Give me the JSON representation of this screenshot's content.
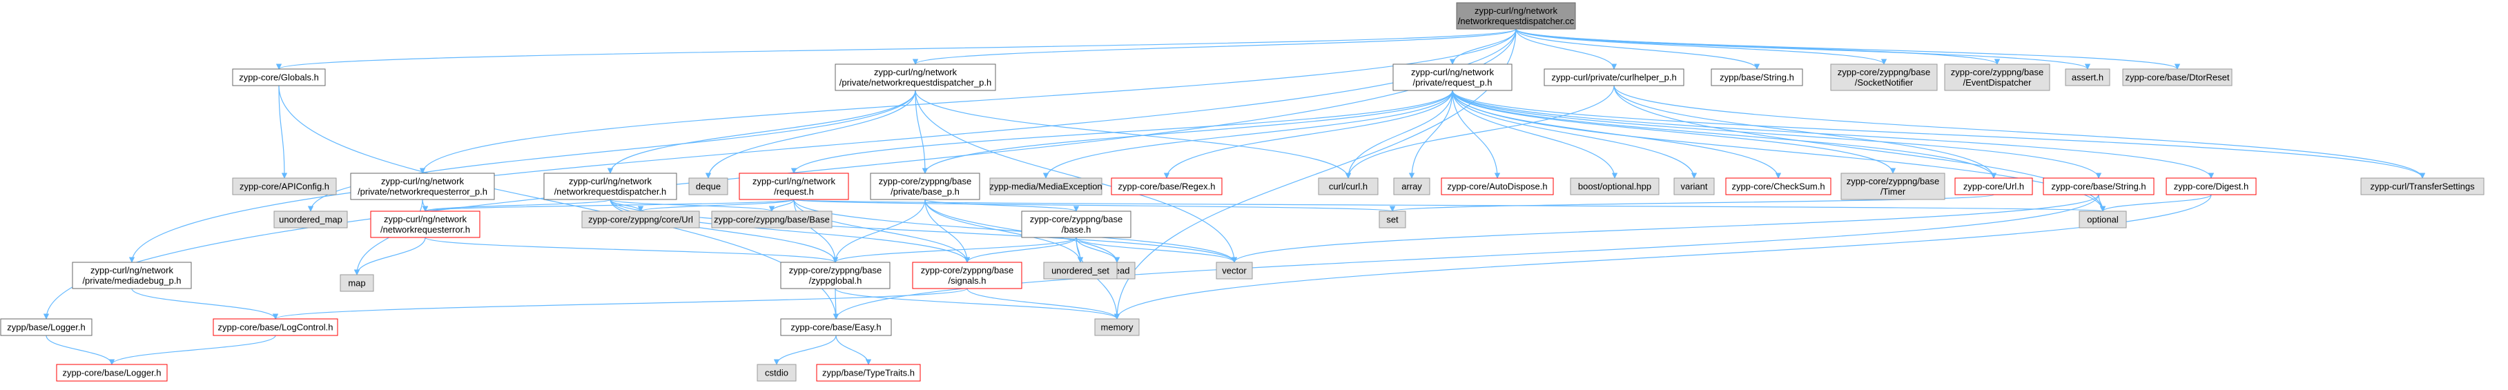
{
  "colors": {
    "root_fill": "#999999",
    "white_fill": "#ffffff",
    "gray_fill": "#e0e0e0",
    "black_border": "#666666",
    "red_border": "#ff0000",
    "gray_border": "#999999",
    "edge": "#63b8ff",
    "text": "#000000"
  },
  "nodes": [
    {
      "id": "root",
      "lines": [
        "zypp-curl/ng/network",
        "/networkrequestdispatcher.cc"
      ],
      "style": "root"
    },
    {
      "id": "globals",
      "lines": [
        "zypp-core/Globals.h"
      ],
      "style": "white"
    },
    {
      "id": "dispatcher_p",
      "lines": [
        "zypp-curl/ng/network",
        "/private/networkrequestdispatcher_p.h"
      ],
      "style": "white"
    },
    {
      "id": "request_p",
      "lines": [
        "zypp-curl/ng/network",
        "/private/request_p.h"
      ],
      "style": "white"
    },
    {
      "id": "curlhelper",
      "lines": [
        "zypp-curl/private/curlhelper_p.h"
      ],
      "style": "white"
    },
    {
      "id": "base_string",
      "lines": [
        "zypp/base/String.h"
      ],
      "style": "white"
    },
    {
      "id": "socketnotifier",
      "lines": [
        "zypp-core/zyppng/base",
        "/SocketNotifier"
      ],
      "style": "gray"
    },
    {
      "id": "eventdispatcher",
      "lines": [
        "zypp-core/zyppng/base",
        "/EventDispatcher"
      ],
      "style": "gray"
    },
    {
      "id": "assert",
      "lines": [
        "assert.h"
      ],
      "style": "gray"
    },
    {
      "id": "dtorreset",
      "lines": [
        "zypp-core/base/DtorReset"
      ],
      "style": "gray"
    },
    {
      "id": "apiconfig",
      "lines": [
        "zypp-core/APIConfig.h"
      ],
      "style": "gray"
    },
    {
      "id": "neterror_p",
      "lines": [
        "zypp-curl/ng/network",
        "/private/networkrequesterror_p.h"
      ],
      "style": "white"
    },
    {
      "id": "dispatcher_h",
      "lines": [
        "zypp-curl/ng/network",
        "/networkrequestdispatcher.h"
      ],
      "style": "white"
    },
    {
      "id": "deque",
      "lines": [
        "deque"
      ],
      "style": "gray"
    },
    {
      "id": "request_h",
      "lines": [
        "zypp-curl/ng/network",
        "/request.h"
      ],
      "style": "red"
    },
    {
      "id": "zbase_p",
      "lines": [
        "zypp-core/zyppng/base",
        "/private/base_p.h"
      ],
      "style": "white"
    },
    {
      "id": "mediaexception",
      "lines": [
        "zypp-media/MediaException"
      ],
      "style": "gray"
    },
    {
      "id": "regex",
      "lines": [
        "zypp-core/base/Regex.h"
      ],
      "style": "red"
    },
    {
      "id": "curl",
      "lines": [
        "curl/curl.h"
      ],
      "style": "gray"
    },
    {
      "id": "array",
      "lines": [
        "array"
      ],
      "style": "gray"
    },
    {
      "id": "autodispose",
      "lines": [
        "zypp-core/AutoDispose.h"
      ],
      "style": "red"
    },
    {
      "id": "boost_optional",
      "lines": [
        "boost/optional.hpp"
      ],
      "style": "gray"
    },
    {
      "id": "variant",
      "lines": [
        "variant"
      ],
      "style": "gray"
    },
    {
      "id": "checksum",
      "lines": [
        "zypp-core/CheckSum.h"
      ],
      "style": "red"
    },
    {
      "id": "timer",
      "lines": [
        "zypp-core/zyppng/base",
        "/Timer"
      ],
      "style": "gray"
    },
    {
      "id": "url_h",
      "lines": [
        "zypp-core/Url.h"
      ],
      "style": "red"
    },
    {
      "id": "core_string",
      "lines": [
        "zypp-core/base/String.h"
      ],
      "style": "red"
    },
    {
      "id": "digest",
      "lines": [
        "zypp-core/Digest.h"
      ],
      "style": "red"
    },
    {
      "id": "transfersettings",
      "lines": [
        "zypp-curl/TransferSettings"
      ],
      "style": "gray"
    },
    {
      "id": "unordered_map",
      "lines": [
        "unordered_map"
      ],
      "style": "gray"
    },
    {
      "id": "neterror_h",
      "lines": [
        "zypp-curl/ng/network",
        "/networkrequesterror.h"
      ],
      "style": "red"
    },
    {
      "id": "core_url",
      "lines": [
        "zypp-core/zyppng/core/Url"
      ],
      "style": "gray"
    },
    {
      "id": "zbase_base",
      "lines": [
        "zypp-core/zyppng/base/Base"
      ],
      "style": "gray"
    },
    {
      "id": "set",
      "lines": [
        "set"
      ],
      "style": "gray"
    },
    {
      "id": "optional",
      "lines": [
        "optional"
      ],
      "style": "gray"
    },
    {
      "id": "base_h",
      "lines": [
        "zypp-core/zyppng/base",
        "/base.h"
      ],
      "style": "white"
    },
    {
      "id": "map",
      "lines": [
        "map"
      ],
      "style": "gray"
    },
    {
      "id": "thread",
      "lines": [
        "thread"
      ],
      "style": "gray"
    },
    {
      "id": "vector",
      "lines": [
        "vector"
      ],
      "style": "gray"
    },
    {
      "id": "unordered_set",
      "lines": [
        "unordered_set"
      ],
      "style": "gray"
    },
    {
      "id": "zyppglobal",
      "lines": [
        "zypp-core/zyppng/base",
        "/zyppglobal.h"
      ],
      "style": "white"
    },
    {
      "id": "signals",
      "lines": [
        "zypp-core/zyppng/base",
        "/signals.h"
      ],
      "style": "red"
    },
    {
      "id": "mediadebug",
      "lines": [
        "zypp-curl/ng/network",
        "/private/mediadebug_p.h"
      ],
      "style": "white"
    },
    {
      "id": "logcontrol",
      "lines": [
        "zypp-core/base/LogControl.h"
      ],
      "style": "red"
    },
    {
      "id": "memory",
      "lines": [
        "memory"
      ],
      "style": "gray"
    },
    {
      "id": "zypp_logger",
      "lines": [
        "zypp/base/Logger.h"
      ],
      "style": "white"
    },
    {
      "id": "easy",
      "lines": [
        "zypp-core/base/Easy.h"
      ],
      "style": "white"
    },
    {
      "id": "core_logger",
      "lines": [
        "zypp-core/base/Logger.h"
      ],
      "style": "red"
    },
    {
      "id": "cstdio",
      "lines": [
        "cstdio"
      ],
      "style": "gray"
    },
    {
      "id": "typetraits",
      "lines": [
        "zypp/base/TypeTraits.h"
      ],
      "style": "red"
    }
  ],
  "edges": [
    [
      "root",
      "globals"
    ],
    [
      "root",
      "dispatcher_p"
    ],
    [
      "root",
      "request_p"
    ],
    [
      "root",
      "curlhelper"
    ],
    [
      "root",
      "base_string"
    ],
    [
      "root",
      "socketnotifier"
    ],
    [
      "root",
      "eventdispatcher"
    ],
    [
      "root",
      "assert"
    ],
    [
      "root",
      "dtorreset"
    ],
    [
      "root",
      "neterror_p"
    ],
    [
      "root",
      "mediadebug"
    ],
    [
      "root",
      "zypp_logger"
    ],
    [
      "root",
      "memory"
    ],
    [
      "globals",
      "apiconfig"
    ],
    [
      "globals",
      "easy"
    ],
    [
      "dispatcher_p",
      "dispatcher_h"
    ],
    [
      "dispatcher_p",
      "deque"
    ],
    [
      "dispatcher_p",
      "zbase_p"
    ],
    [
      "dispatcher_p",
      "curl"
    ],
    [
      "dispatcher_p",
      "unordered_map"
    ],
    [
      "dispatcher_p",
      "vector"
    ],
    [
      "request_p",
      "request_h"
    ],
    [
      "request_p",
      "zbase_p"
    ],
    [
      "request_p",
      "mediaexception"
    ],
    [
      "request_p",
      "regex"
    ],
    [
      "request_p",
      "curl"
    ],
    [
      "request_p",
      "array"
    ],
    [
      "request_p",
      "autodispose"
    ],
    [
      "request_p",
      "boost_optional"
    ],
    [
      "request_p",
      "variant"
    ],
    [
      "request_p",
      "checksum"
    ],
    [
      "request_p",
      "timer"
    ],
    [
      "request_p",
      "url_h"
    ],
    [
      "request_p",
      "core_string"
    ],
    [
      "request_p",
      "digest"
    ],
    [
      "request_p",
      "transfersettings"
    ],
    [
      "request_p",
      "optional"
    ],
    [
      "curlhelper",
      "curl"
    ],
    [
      "curlhelper",
      "url_h"
    ],
    [
      "curlhelper",
      "transfersettings"
    ],
    [
      "curlhelper",
      "optional"
    ],
    [
      "neterror_p",
      "neterror_h"
    ],
    [
      "neterror_p",
      "map"
    ],
    [
      "dispatcher_h",
      "neterror_h"
    ],
    [
      "dispatcher_h",
      "core_url"
    ],
    [
      "dispatcher_h",
      "zbase_base"
    ],
    [
      "dispatcher_h",
      "zyppglobal"
    ],
    [
      "dispatcher_h",
      "signals"
    ],
    [
      "dispatcher_h",
      "vector"
    ],
    [
      "request_h",
      "neterror_h"
    ],
    [
      "request_h",
      "core_url"
    ],
    [
      "request_h",
      "zbase_base"
    ],
    [
      "request_h",
      "zyppglobal"
    ],
    [
      "request_h",
      "signals"
    ],
    [
      "request_h",
      "set"
    ],
    [
      "request_h",
      "optional"
    ],
    [
      "request_h",
      "vector"
    ],
    [
      "zbase_p",
      "base_h"
    ],
    [
      "zbase_p",
      "zyppglobal"
    ],
    [
      "zbase_p",
      "signals"
    ],
    [
      "zbase_p",
      "thread"
    ],
    [
      "zbase_p",
      "unordered_set"
    ],
    [
      "base_h",
      "zyppglobal"
    ],
    [
      "base_h",
      "signals"
    ],
    [
      "base_h",
      "memory"
    ],
    [
      "base_h",
      "unordered_set"
    ],
    [
      "base_h",
      "vector"
    ],
    [
      "base_h",
      "thread"
    ],
    [
      "neterror_h",
      "zyppglobal"
    ],
    [
      "neterror_h",
      "map"
    ],
    [
      "zyppglobal",
      "easy"
    ],
    [
      "zyppglobal",
      "memory"
    ],
    [
      "signals",
      "memory"
    ],
    [
      "signals",
      "logcontrol"
    ],
    [
      "core_string",
      "easy"
    ],
    [
      "core_string",
      "vector"
    ],
    [
      "core_string",
      "optional"
    ],
    [
      "url_h",
      "set"
    ],
    [
      "digest",
      "memory"
    ],
    [
      "digest",
      "optional"
    ],
    [
      "mediadebug",
      "logcontrol"
    ],
    [
      "logcontrol",
      "core_logger"
    ],
    [
      "zypp_logger",
      "core_logger"
    ],
    [
      "easy",
      "cstdio"
    ],
    [
      "easy",
      "typetraits"
    ]
  ]
}
